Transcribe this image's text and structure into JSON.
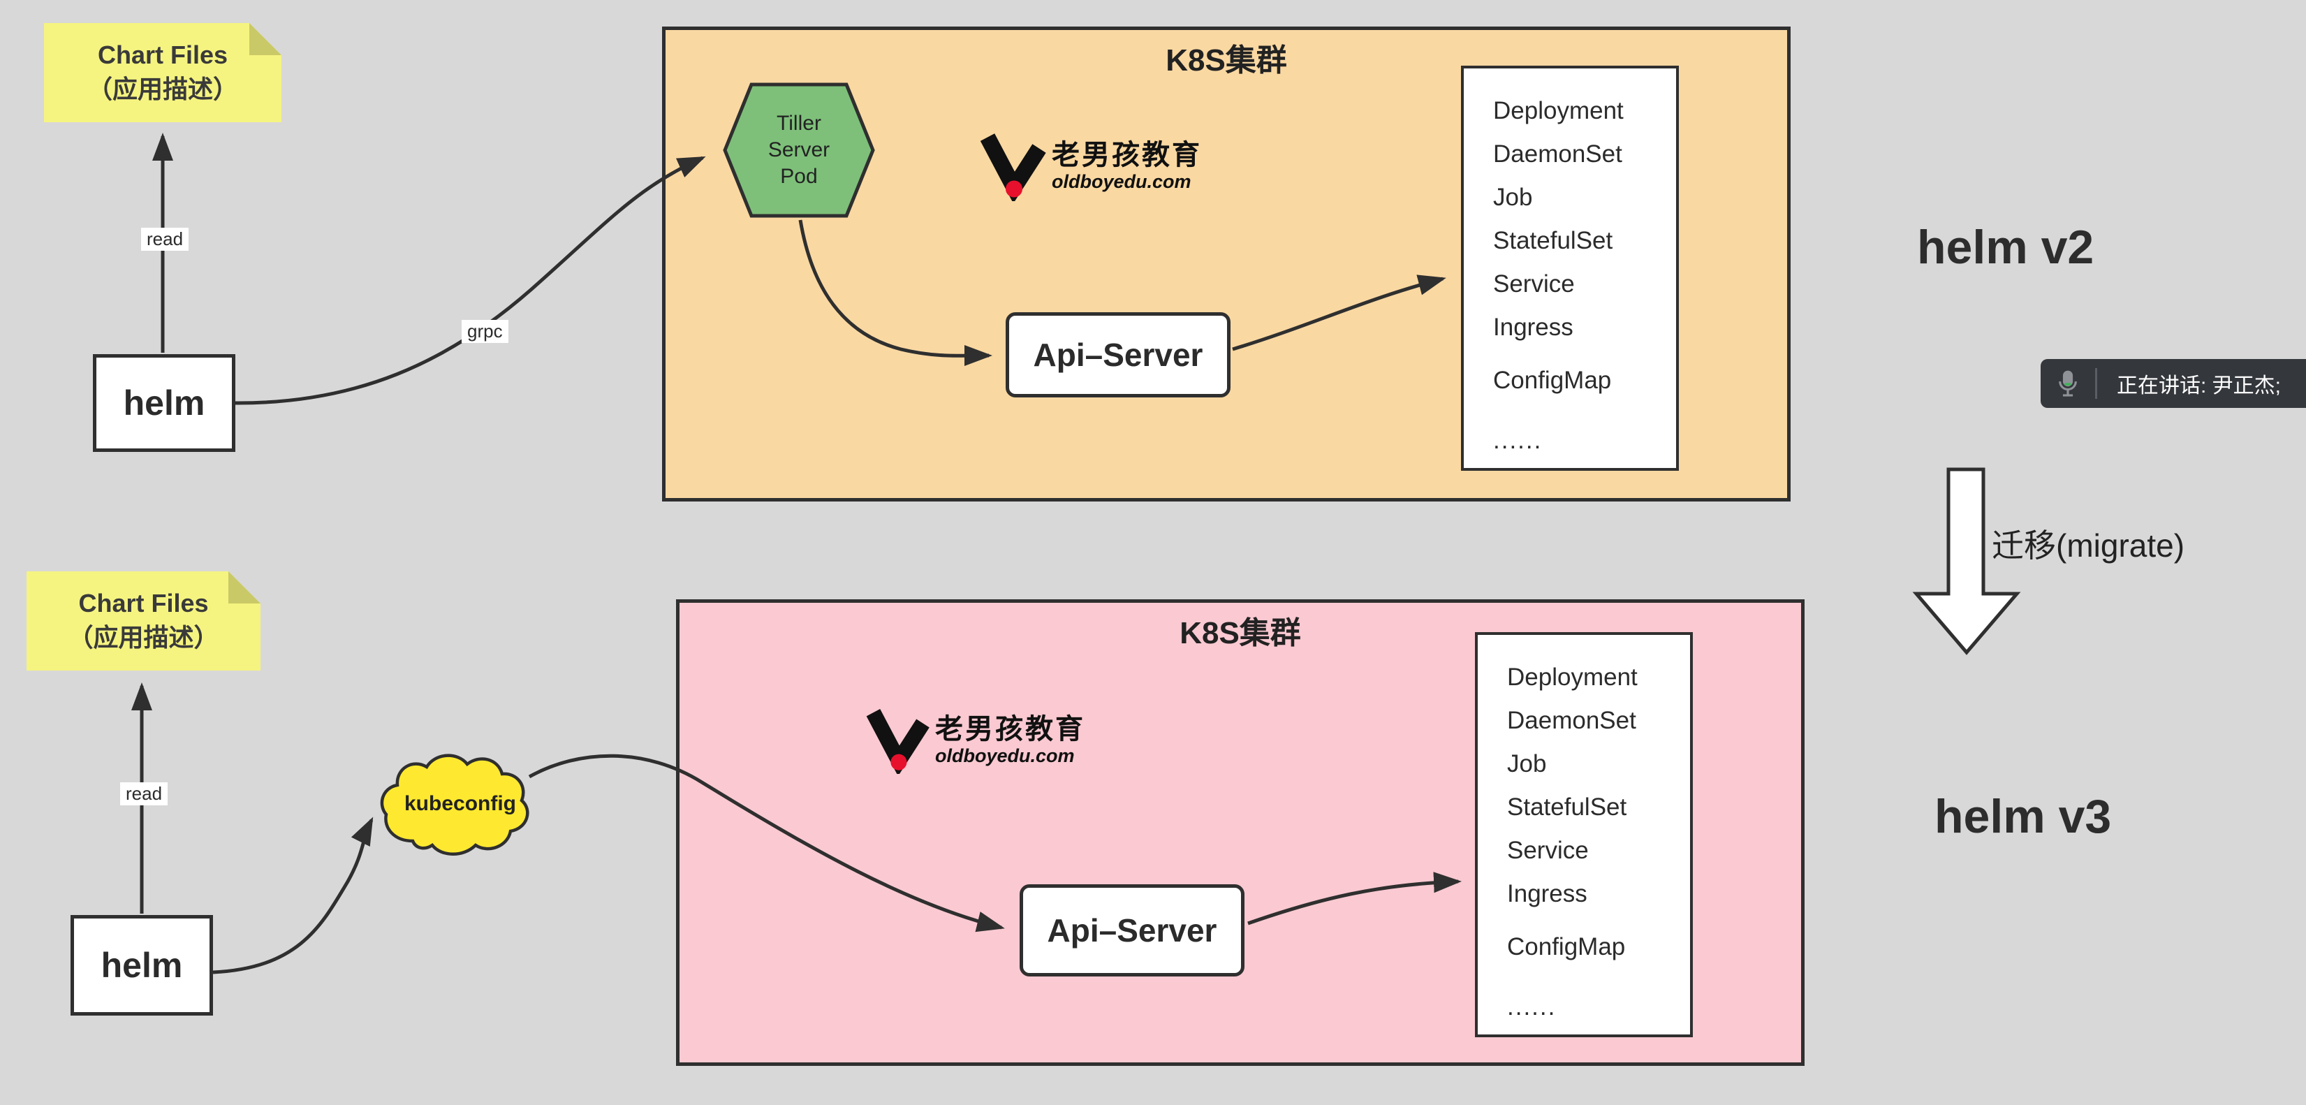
{
  "background_color": "#d8d8d8",
  "logo": {
    "brand_cn": "老男孩教育",
    "brand_domain": "oldboyedu.com"
  },
  "speaking_bar": {
    "text": "正在讲话: 尹正杰;"
  },
  "migration": {
    "label": "迁移(migrate)"
  },
  "v2": {
    "version_label": "helm v2",
    "cluster_title": "K8S集群",
    "sticky": {
      "line1": "Chart Files",
      "line2": "（应用描述）"
    },
    "helm": "helm",
    "read": "read",
    "grpc": "grpc",
    "tiller": {
      "line1": "Tiller",
      "line2": "Server",
      "line3": "Pod"
    },
    "api_server": "Api–Server",
    "resources": [
      "Deployment",
      "DaemonSet",
      "Job",
      "StatefulSet",
      "Service",
      "Ingress",
      "ConfigMap",
      "......"
    ]
  },
  "v3": {
    "version_label": "helm v3",
    "cluster_title": "K8S集群",
    "sticky": {
      "line1": "Chart Files",
      "line2": "（应用描述）"
    },
    "helm": "helm",
    "read": "read",
    "kubeconfig": "kubeconfig",
    "api_server": "Api–Server",
    "resources": [
      "Deployment",
      "DaemonSet",
      "Job",
      "StatefulSet",
      "Service",
      "Ingress",
      "ConfigMap",
      "......"
    ]
  },
  "colors": {
    "cluster_v2_bg": "#fad8a2",
    "cluster_v3_bg": "#fac9d1",
    "sticky_bg": "#f5f480",
    "sticky_fold": "#c9c967",
    "tiller_bg": "#7ec07a",
    "cloud_bg": "#ffe930",
    "line": "#2f2f2f",
    "logo_red": "#e8112d",
    "speak_bar_bg": "#34373c"
  }
}
